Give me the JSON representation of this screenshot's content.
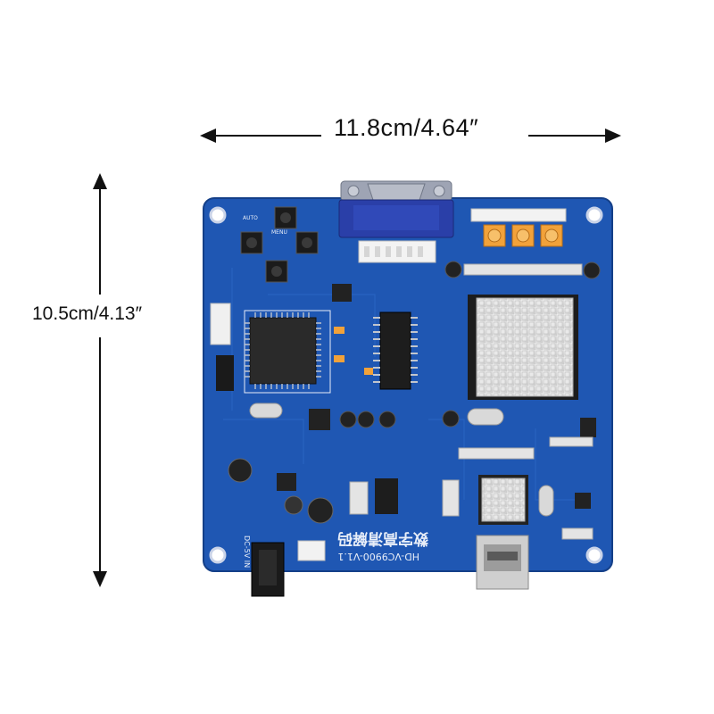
{
  "dimensions": {
    "width": "11.8cm/4.64″",
    "height": "10.5cm/4.13″"
  },
  "board": {
    "model_text": "HD-VC9900-V1.1",
    "chinese_text": "数字高清解码",
    "power_label": "DC-5V IN",
    "button_labels": [
      "AUTO",
      "MENU"
    ],
    "colors": {
      "pcb": "#1f57b3",
      "pcb_dark": "#143f88",
      "silkscreen": "#e8eef8",
      "vga_connector": "#2a3fa8",
      "trimmer": "#f2a23a"
    }
  }
}
